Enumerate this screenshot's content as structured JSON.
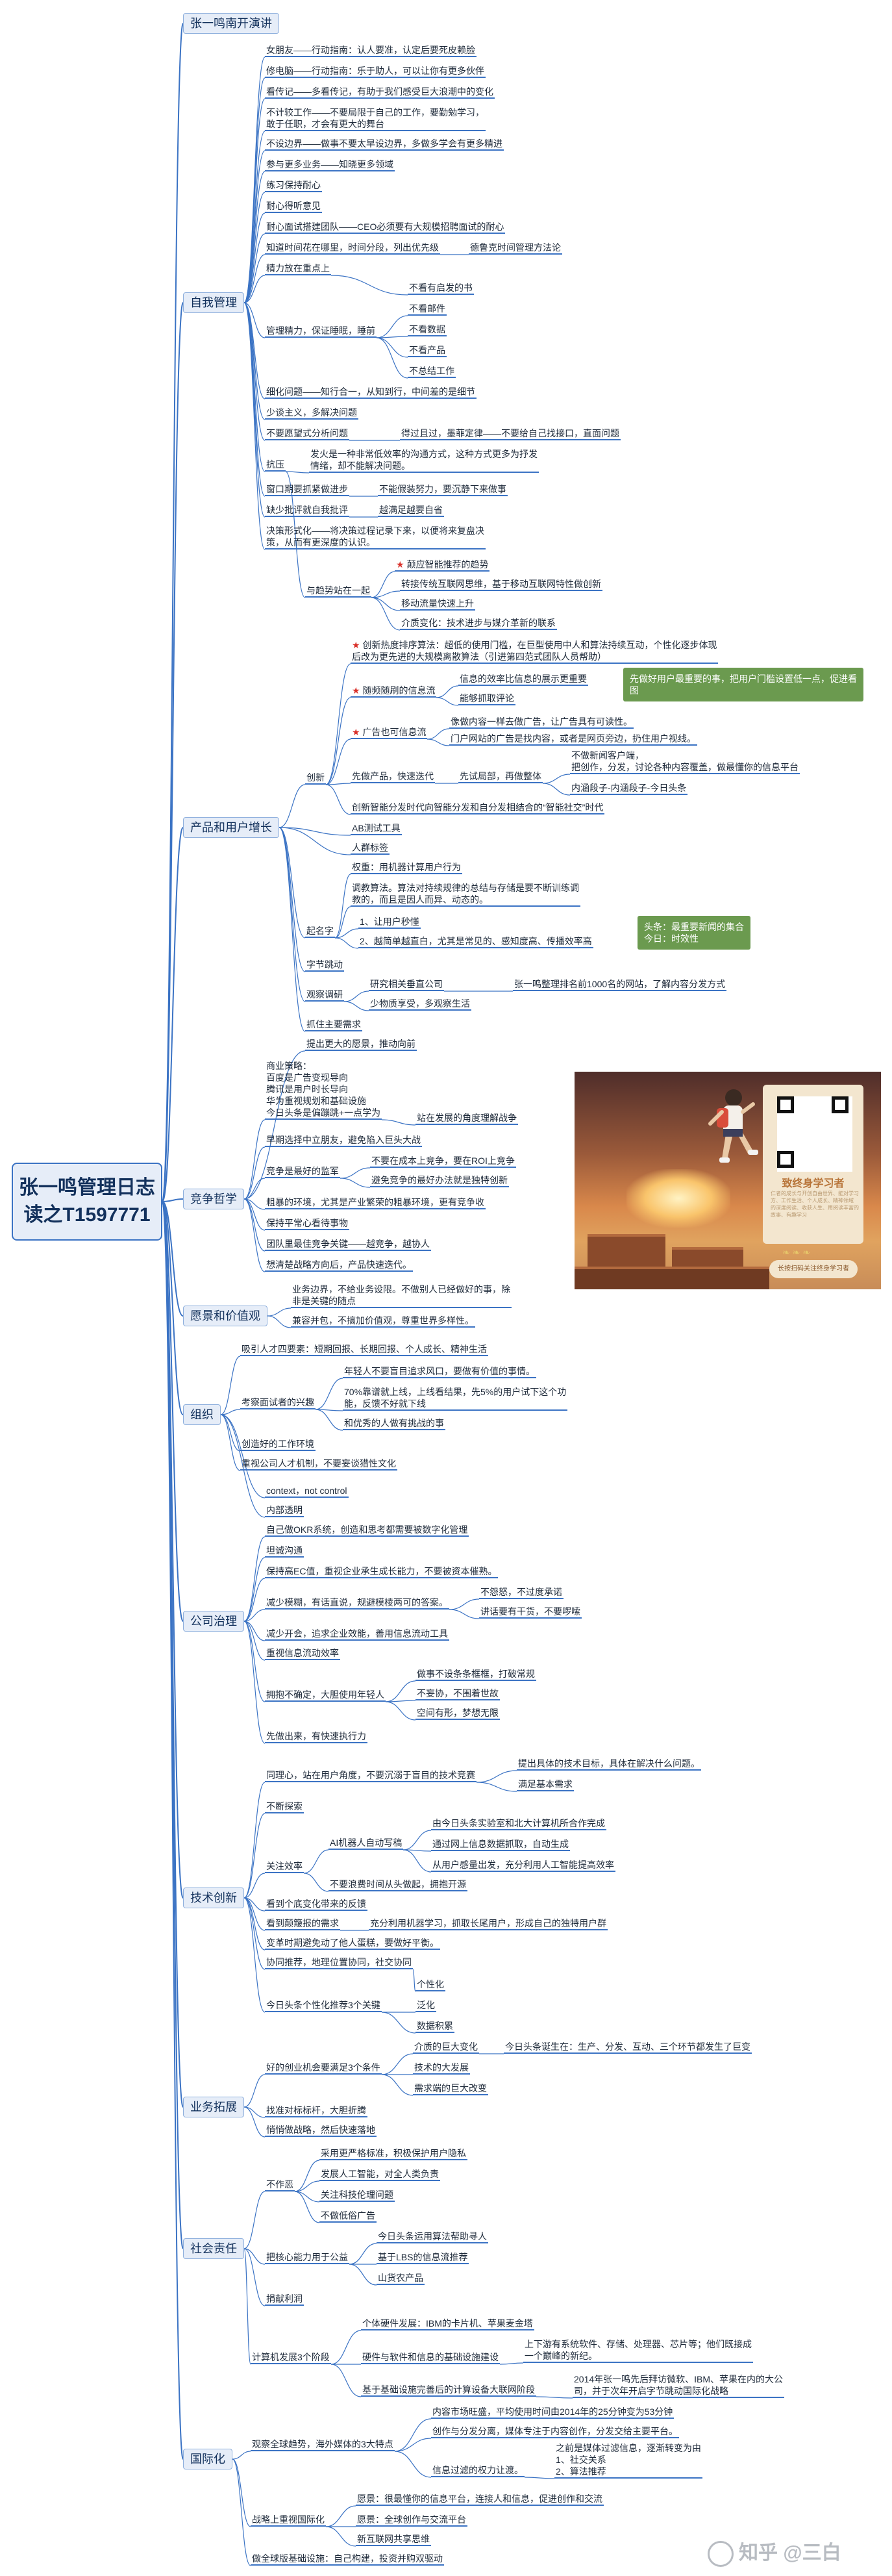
{
  "root": "张一鸣管理日志\n读之T1597771",
  "branches": {
    "b1": "张一鸣南开演讲",
    "b2": "自我管理",
    "b3": "产品和用户增长",
    "b4": "竞争哲学",
    "b5": "愿景和价值观",
    "b6": "组织",
    "b7": "公司治理",
    "b8": "技术创新",
    "b9": "业务拓展",
    "b10": "社会责任",
    "b11": "国际化"
  },
  "s1": {
    "a": "女朋友——行动指南：认人要准，认定后要死皮赖脸",
    "b": "修电脑——行动指南：乐于助人，可以让你有更多伙伴",
    "c": "看传记——多看传记，有助于我们感受巨大浪潮中的变化",
    "d": "不计较工作——不要局限于自己的工作，要勤勉学习，\n敢于任职，才会有更大的舞台",
    "e": "不设边界——做事不要太早设边界，多做多学会有更多精进",
    "f": "参与更多业务——知晓更多领域",
    "g": "练习保持耐心",
    "h": "耐心得听意见",
    "i": "耐心面试搭建团队——CEO必须要有大规模招聘面试的耐心"
  },
  "s2": {
    "a": "知道时间花在哪里，时间分段，列出优先级",
    "a1": "德鲁克时间管理方法论",
    "b": "精力放在重点上",
    "c": "管理精力，保证睡眠，睡前",
    "c1": "不看有启发的书",
    "c2": "不看邮件",
    "c3": "不看数据",
    "c4": "不看产品",
    "c5": "不总结工作",
    "d": "细化问题——知行合一，从知到行，中间差的是细节",
    "e": "少谈主义，多解决问题",
    "f": "不要愿望式分析问题",
    "f1": "得过且过，墨菲定律——不要给自己找接口，直面问题",
    "g": "抗压",
    "g1": "发火是一种非常低效率的沟通方式，这种方式更多为抒发\n情绪，却不能解决问题。",
    "h": "窗口期要抓紧做进步",
    "h1": "不能假装努力，要沉静下来做事",
    "i": "缺少批评就自我批评",
    "i1": "越满足越要自省",
    "j": "决策形式化——将决策过程记录下来，以便将来复盘决\n策，从而有更深度的认识。"
  },
  "s3": {
    "a": "与趋势站在一起",
    "a1": "颠应智能推荐的趋势",
    "a2": "转接传统互联网思维，基于移动互联网特性做创新",
    "a3": "移动流量快速上升",
    "a4": "介质变化：技术进步与媒介革新的联系",
    "b": "创新",
    "b1": "创新热度排序算法：超低的使用门槛，在巨型使用中人和算法持续互动，个性化逐步体现\n后改为更先进的大规模离散算法（引进第四范式团队人员帮助）",
    "b2": "随频随刷的信息流",
    "b2a": "信息的效率比信息的展示更重要",
    "b2b": "能够抓取评论",
    "b2g": "先做好用户最重要的事，把用户门槛设置低一点，促进看\n图",
    "b3": "广告也可信息流",
    "b3a": "像做内容一样去做广告，让广告具有可读性。",
    "b3b": "门户网站的广告是找内容，或者是网页旁边，扔住用户视线。",
    "b4": "先做产品，快速迭代",
    "b4a": "先试局部，再做整体",
    "b4a1": "不做新闻客户端，\n把创作，分发，讨论各种内容覆盖，做最懂你的信息平台",
    "b4a2": "内涵段子-内涵段子-今日头条",
    "b5": "创新智能分发时代向智能分发和自分发相结合的“智能社交”时代",
    "b6": "AB测试工具",
    "b7": "人群标签",
    "b8": "权重：用机器计算用户行为",
    "b9": "调教算法。算法对持续规律的总结与存储是要不断训练调\n教的，而且是因人而异、动态的。",
    "c": "起名字",
    "c1": "1、让用户秒懂",
    "c2": "2、越简单越直白，尤其是常见的、感知度高、传播效率高",
    "cg": "头条：最重要新闻的集合\n今日：时效性",
    "d": "字节跳动",
    "e": "观察调研",
    "e1": "研究相关垂直公司",
    "e1a": "张一鸣整理排名前1000名的网站，了解内容分发方式",
    "e2": "少物质享受，多观察生活",
    "f": "抓住主要需求",
    "g": "提出更大的愿景，推动向前"
  },
  "s4": {
    "a": "商业策略：\n百度是广告变现导向\n腾讯是用户时长导向\n华为重视规划和基础设施\n今日头条是偏蹦跳+一点学为",
    "a1": "站在发展的角度理解战争",
    "b": "早期选择中立朋友，避免陷入巨头大战",
    "c": "竞争是最好的监军",
    "c1": "不要在成本上竞争，要在ROI上竞争",
    "c2": "避免竞争的最好办法就是独特创新",
    "d": "粗暴的环境，尤其是产业繁荣的粗暴环境，更有竞争收",
    "e": "保持平常心看待事物",
    "f": "团队里最佳竞争关键——越竞争，越协人",
    "g": "想清楚战略方向后，产品快速迭代。"
  },
  "s5": {
    "a": "业务边界，不给业务设限。不做别人已经做好的事，除\n非是关键的随点",
    "b": "兼容并包，不搞加价值观，尊重世界多样性。"
  },
  "s6": {
    "a": "吸引人才四要素：短期回报、长期回报、个人成长、精神生活",
    "b": "考察面试者的兴趣",
    "b1": "年轻人不要盲目追求风口，要做有价值的事情。",
    "b2": "70%靠谱就上线，上线看结果，先5%的用户试下这个功\n能，反馈不好就下线",
    "b3": "和优秀的人做有挑战的事",
    "c": "创造好的工作环境",
    "d": "重视公司人才机制，不要妄谈猎性文化"
  },
  "s7": {
    "a": "context，not control",
    "b": "内部透明",
    "c": "自己做OKR系统，创造和思考都需要被数字化管理",
    "d": "坦诚沟通",
    "e": "保持高EC值，重视企业承生成长能力，不要被资本催熟。",
    "f": "减少模糊，有话直说，规避模棱两可的答案。",
    "f1": "不怨怒，不过度承诺",
    "f2": "讲话要有干货，不要啰嗦",
    "g": "减少开会，追求企业效能，善用信息流动工具",
    "h": "重视信息流动效率",
    "i": "拥抱不确定，大胆使用年轻人",
    "i1": "做事不设条条框框，打破常规",
    "i2": "不妄协，不围着世故",
    "i3": "空间有形，梦想无限",
    "j": "先做出来，有快速执行力"
  },
  "s8": {
    "a": "同理心，站在用户角度，不要沉溺于盲目的技术竞赛",
    "a1": "提出具体的技术目标，具体在解决什么问题。",
    "a2": "满足基本需求",
    "b": "不断探索",
    "c": "关注效率",
    "c1": "AI机器人自动写稿",
    "c1a": "由今日头条实验室和北大计算机所合作完成",
    "c1b": "通过网上信息数据抓取，自动生成",
    "c1c": "从用户感量出发，充分利用人工智能提高效率",
    "c2": "不要浪费时间从头做起，拥抱开源",
    "d": "看到个底变化带来的反馈",
    "e": "看到颠簸报的需求",
    "e1": "充分利用机器学习，抓取长尾用户，形成自己的独特用户群",
    "f": "变革时期避免动了他人蛋糕，要做好平衡。",
    "g": "协同推荐，地理位置协同，社交协同",
    "h": "今日头条个性化推荐3个关键",
    "h1": "个性化",
    "h2": "泛化",
    "h3": "数据积累"
  },
  "s9": {
    "a": "好的创业机会要满足3个条件",
    "a1": "介质的巨大变化",
    "a1a": "今日头条诞生在：生产、分发、互动、三个环节都发生了巨变",
    "a2": "技术的大发展",
    "a3": "需求端的巨大改变",
    "b": "找准对标标杆，大胆折腾",
    "c": "悄悄做战略，然后快速落地"
  },
  "s10": {
    "a": "不作恶",
    "a1": "采用更严格标准，积极保护用户隐私",
    "a2": "发展人工智能，对全人类负责",
    "a3": "关注科技伦理问题",
    "a4": "不做低俗广告",
    "b": "把核心能力用于公益",
    "b1": "今日头条运用算法帮助寻人",
    "b2": "基于LBS的信息流推荐",
    "b3": "山货农产品",
    "c": "捐献利润"
  },
  "s11": {
    "a": "计算机发展3个阶段",
    "a1": "个体硬件发展：IBM的卡片机、苹果麦金塔",
    "a2": "硬件与软件和信息的基础设施建设",
    "a2a": "上下游有系统软件、存储、处理器、芯片等；他们既接成\n一个巅峰的新纪。",
    "a3": "基于基础设施完善后的计算设备大联网阶段",
    "a3a": "2014年张一鸣先后拜访微软、IBM、苹果在内的大公\n司，并于次年开启字节跳动国际化战略",
    "b": "观察全球趋势，海外媒体的3大特点",
    "b1": "内容市场旺盛，平均使用时间由2014年的25分钟变为53分钟",
    "b2": "创作与分发分离，媒体专注于内容创作，分发交给主要平台。",
    "b3": "信息过滤的权力让渡。",
    "b3a": "之前是媒体过滤信息，逐渐转变为由\n1、社交关系\n2、算法推荐",
    "c": "战略上重视国际化",
    "c1": "愿景：很最懂你的信息平台，连接人和信息，促进创作和交流",
    "c2": "愿景：全球创作与交流平台",
    "c3": "新互联网共享思维",
    "d": "做全球版基础设施：自己构建，投资并购双驱动"
  },
  "promo": {
    "title": "致终身学习者",
    "sub": "仁者的成长与开创自由世界、能对学习\n方、工作生活、个人成长、精神领域\n的深度阅读、收获人生、用阅读丰富的\n故事、有趣学习",
    "badge": "长按扫码关注终身学习者",
    "leaf": "❧ ❧ ❧"
  },
  "watermark": "知乎 @三白"
}
